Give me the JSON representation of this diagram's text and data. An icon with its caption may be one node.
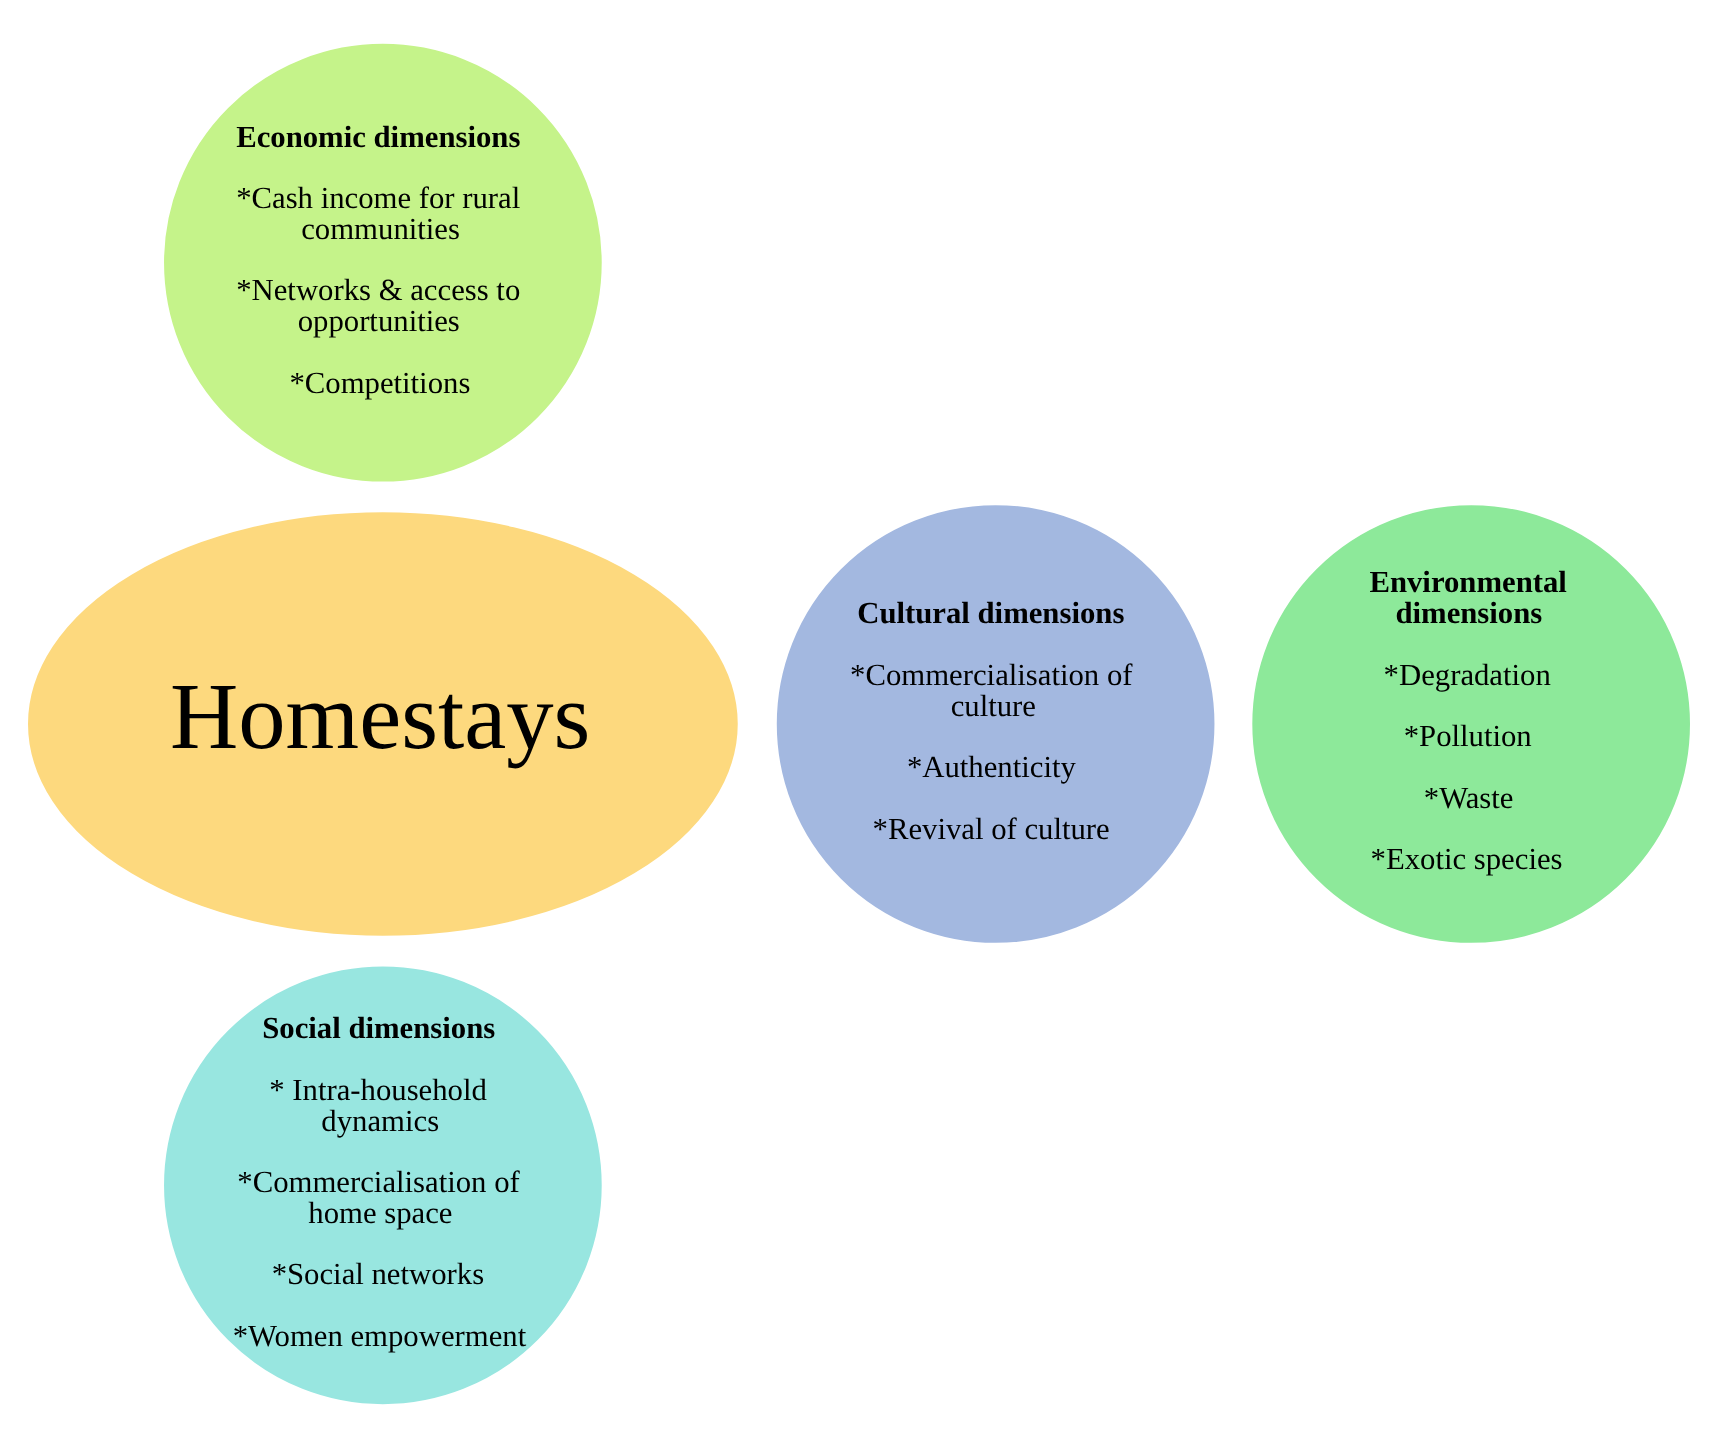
{
  "diagram": {
    "nodes": [
      {
        "text": [
          "Economic dimensions",
          "*Cash income for rural communities",
          "*Networks & access to opportunities",
          "*Competitions"
        ]
      },
      {
        "text": [
          "Cultural dimensions",
          "*Commercialisation of culture",
          "*Authenticity",
          "*Revival of culture"
        ]
      },
      {
        "text": [
          "Homestays"
        ]
      },
      {
        "text": [
          "Environmental dimensions",
          "*Degradation",
          "*Pollution",
          "*Waste",
          "*Exotic species"
        ]
      },
      {
        "text": [
          "Social dimensions",
          "* Intra-household dynamics",
          "*Commercialisation of home space",
          "*Social networks",
          "*Women empowerment"
        ]
      }
    ]
  }
}
